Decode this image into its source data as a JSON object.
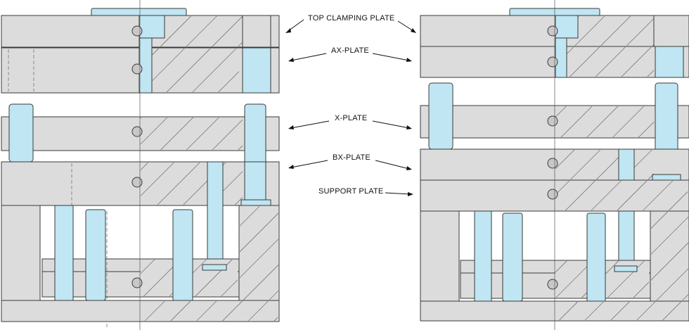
{
  "labels": {
    "top_clamping_plate": "TOP CLAMPING PLATE",
    "ax_plate": "AX-PLATE",
    "x_plate": "X-PLATE",
    "bx_plate": "BX-PLATE",
    "support_plate": "SUPPORT PLATE"
  },
  "colors": {
    "plate": "#dcdcdc",
    "component": "#bfe6f2",
    "outline": "#3a3a3a"
  }
}
